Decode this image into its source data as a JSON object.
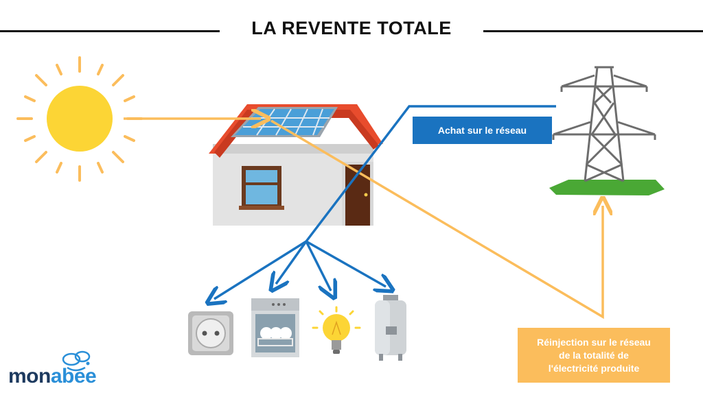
{
  "title": "LA REVENTE TOTALE",
  "labels": {
    "grid_purchase": "Achat sur le réseau",
    "reinjection_line1": "Réinjection sur le réseau",
    "reinjection_line2": "de la totalité de",
    "reinjection_line3": "l'électricité produite"
  },
  "logo": {
    "part1": "mon",
    "part2": "abee"
  },
  "icons": [
    "sun-icon",
    "solar-panel-icon",
    "house-icon",
    "pylon-icon",
    "socket-icon",
    "dishwasher-icon",
    "lightbulb-icon",
    "water-heater-icon",
    "bee-icon"
  ],
  "colors": {
    "flow_blue": "#1a73c0",
    "flow_orange": "#fbbd5c",
    "sun": "#fcd535",
    "roof": "#e84c2d",
    "ground": "#4aa835",
    "title": "#111111"
  }
}
